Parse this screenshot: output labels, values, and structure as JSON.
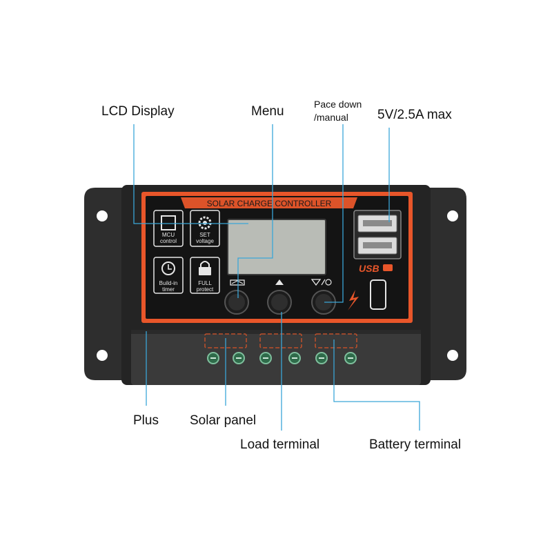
{
  "callouts": {
    "lcd_display": "LCD Display",
    "menu": "Menu",
    "pace_down_line1": "Pace down",
    "pace_down_line2": "/manual",
    "usb_output": "5V/2.5A max",
    "plus": "Plus",
    "solar_panel": "Solar panel",
    "load_terminal": "Load terminal",
    "battery_terminal": "Battery terminal"
  },
  "device": {
    "panel_title": "SOLAR CHARGE CONTROLLER",
    "icons": [
      {
        "icon": "mcu-chip-icon",
        "line1": "MCU",
        "line2": "control"
      },
      {
        "icon": "gear-icon",
        "line1": "SET",
        "line2": "voltage"
      },
      {
        "icon": "clock-icon",
        "line1": "Build-in",
        "line2": "timer"
      },
      {
        "icon": "lock-icon",
        "line1": "FULL",
        "line2": "protect"
      }
    ],
    "usb_logo": "USB",
    "colors": {
      "body": "#2b2b2b",
      "panel": "#141414",
      "accent_orange": "#e8562a",
      "lcd": "#b9bcb6",
      "leader_line": "#3aa6d8",
      "terminal_green": "#2f6b4a"
    }
  }
}
